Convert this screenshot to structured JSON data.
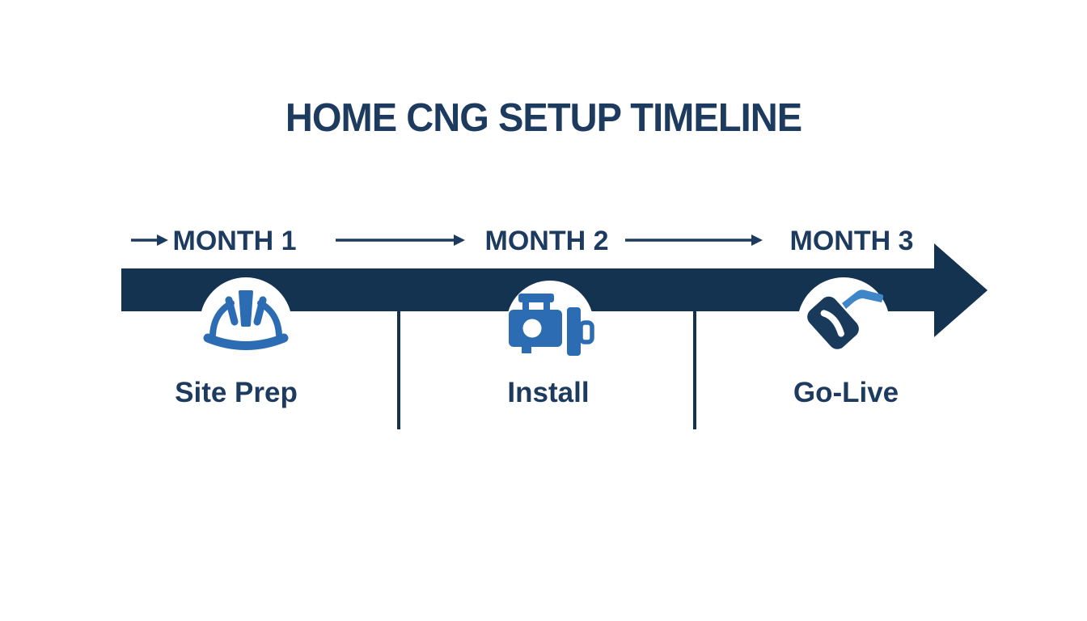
{
  "title": "HOME CNG SETUP TIMELINE",
  "colors": {
    "navy_band": "#143351",
    "text_navy": "#1d3b5f",
    "icon_blue": "#2b6cb3",
    "nozzle_spout_blue": "#3e86c8",
    "background": "#ffffff"
  },
  "timeline": {
    "months": [
      {
        "label": "MONTH 1"
      },
      {
        "label": "MONTH 2"
      },
      {
        "label": "MONTH 3"
      }
    ],
    "stages": [
      {
        "label": "Site Prep",
        "icon": "hard-hat-icon"
      },
      {
        "label": "Install",
        "icon": "compressor-icon"
      },
      {
        "label": "Go-Live",
        "icon": "fuel-nozzle-icon"
      }
    ]
  }
}
